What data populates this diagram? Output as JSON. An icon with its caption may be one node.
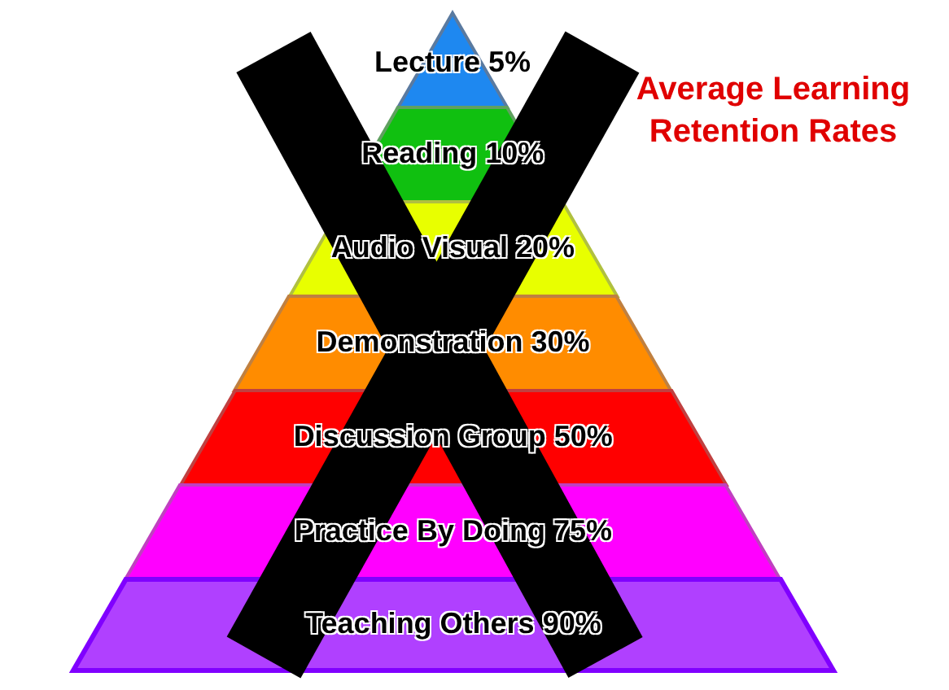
{
  "diagram": {
    "title": "Average Learning Retention Rates",
    "nodes": [
      {
        "text": [
          "Lecture 5%"
        ]
      },
      {
        "text": [
          "Reading 10%"
        ]
      },
      {
        "text": [
          "Audio Visual 20%"
        ]
      },
      {
        "text": [
          "Demonstration 30%"
        ]
      },
      {
        "text": [
          "Discussion Group 50%"
        ]
      },
      {
        "text": [
          "Practice By Doing 75%"
        ]
      },
      {
        "text": [
          "Teaching Others 90%"
        ]
      }
    ]
  }
}
